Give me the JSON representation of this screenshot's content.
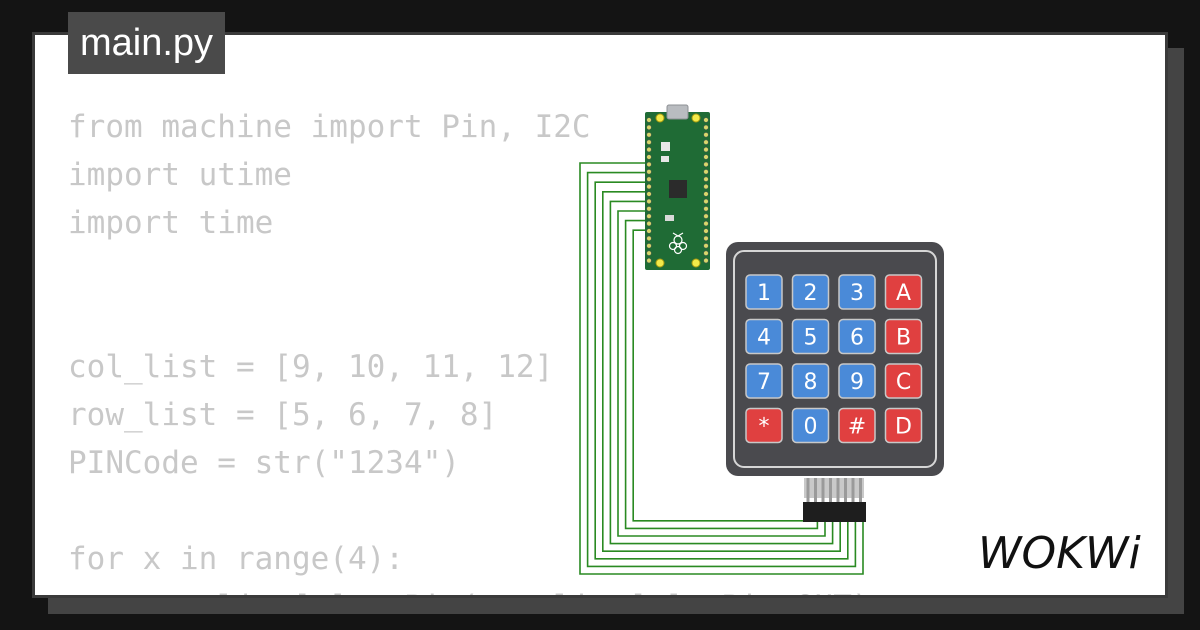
{
  "editor": {
    "filename": "main.py",
    "code_lines": [
      "from machine import Pin, I2C",
      "import utime",
      "import time",
      "",
      "",
      "col_list = [9, 10, 11, 12]",
      "row_list = [5, 6, 7, 8]",
      "PINCode = str(\"1234\")",
      "",
      "for x in range(4):",
      "    row_list[x] = Pin(row_list[x], Pin.OUT)"
    ]
  },
  "keypad": {
    "keys": [
      {
        "label": "1",
        "color": "#4a8ad8"
      },
      {
        "label": "2",
        "color": "#4a8ad8"
      },
      {
        "label": "3",
        "color": "#4a8ad8"
      },
      {
        "label": "A",
        "color": "#e04040"
      },
      {
        "label": "4",
        "color": "#4a8ad8"
      },
      {
        "label": "5",
        "color": "#4a8ad8"
      },
      {
        "label": "6",
        "color": "#4a8ad8"
      },
      {
        "label": "B",
        "color": "#e04040"
      },
      {
        "label": "7",
        "color": "#4a8ad8"
      },
      {
        "label": "8",
        "color": "#4a8ad8"
      },
      {
        "label": "9",
        "color": "#4a8ad8"
      },
      {
        "label": "C",
        "color": "#e04040"
      },
      {
        "label": "*",
        "color": "#e04040"
      },
      {
        "label": "0",
        "color": "#4a8ad8"
      },
      {
        "label": "#",
        "color": "#e04040"
      },
      {
        "label": "D",
        "color": "#e04040"
      }
    ],
    "body_color": "#4a4a4e"
  },
  "board": {
    "icon": "raspberry-pi-pico-icon",
    "pcb_color": "#1f6b35"
  },
  "wire_color": "#2a8a22",
  "brand": {
    "logo_text": "WOKWi",
    "logo_icon": "wokwi-logo-icon"
  }
}
